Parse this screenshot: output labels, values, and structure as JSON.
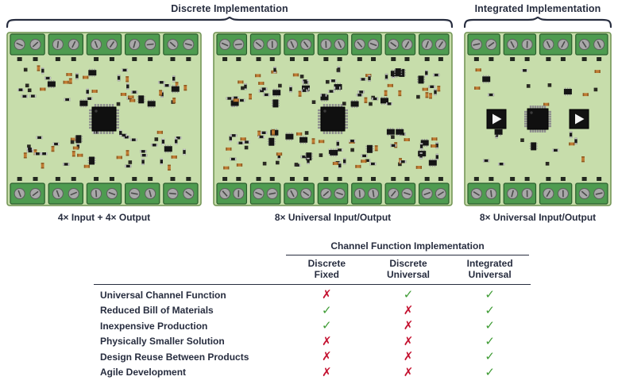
{
  "header": {
    "discrete_label": "Discrete Implementation",
    "integrated_label": "Integrated Implementation"
  },
  "boards": [
    {
      "caption": "4× Input + 4× Output"
    },
    {
      "caption": "8× Universal Input/Output"
    },
    {
      "caption": "8× Universal Input/Output"
    }
  ],
  "table": {
    "title": "Channel Function Implementation",
    "columns": [
      {
        "line1": "Discrete",
        "line2": "Fixed"
      },
      {
        "line1": "Discrete",
        "line2": "Universal"
      },
      {
        "line1": "Integrated",
        "line2": "Universal"
      }
    ],
    "rows": [
      {
        "label": "Universal Channel Function",
        "values": [
          "cross",
          "check",
          "check"
        ]
      },
      {
        "label": "Reduced Bill of Materials",
        "values": [
          "check",
          "cross",
          "check"
        ]
      },
      {
        "label": "Inexpensive Production",
        "values": [
          "check",
          "cross",
          "check"
        ]
      },
      {
        "label": "Physically Smaller Solution",
        "values": [
          "cross",
          "cross",
          "check"
        ]
      },
      {
        "label": "Design Reuse Between Products",
        "values": [
          "cross",
          "cross",
          "check"
        ]
      },
      {
        "label": "Agile Development",
        "values": [
          "cross",
          "cross",
          "check"
        ]
      }
    ],
    "glyphs": {
      "check": "✓",
      "cross": "✗"
    },
    "colors": {
      "check": "#3f9c35",
      "cross": "#c41230",
      "text": "#272d3f"
    }
  }
}
